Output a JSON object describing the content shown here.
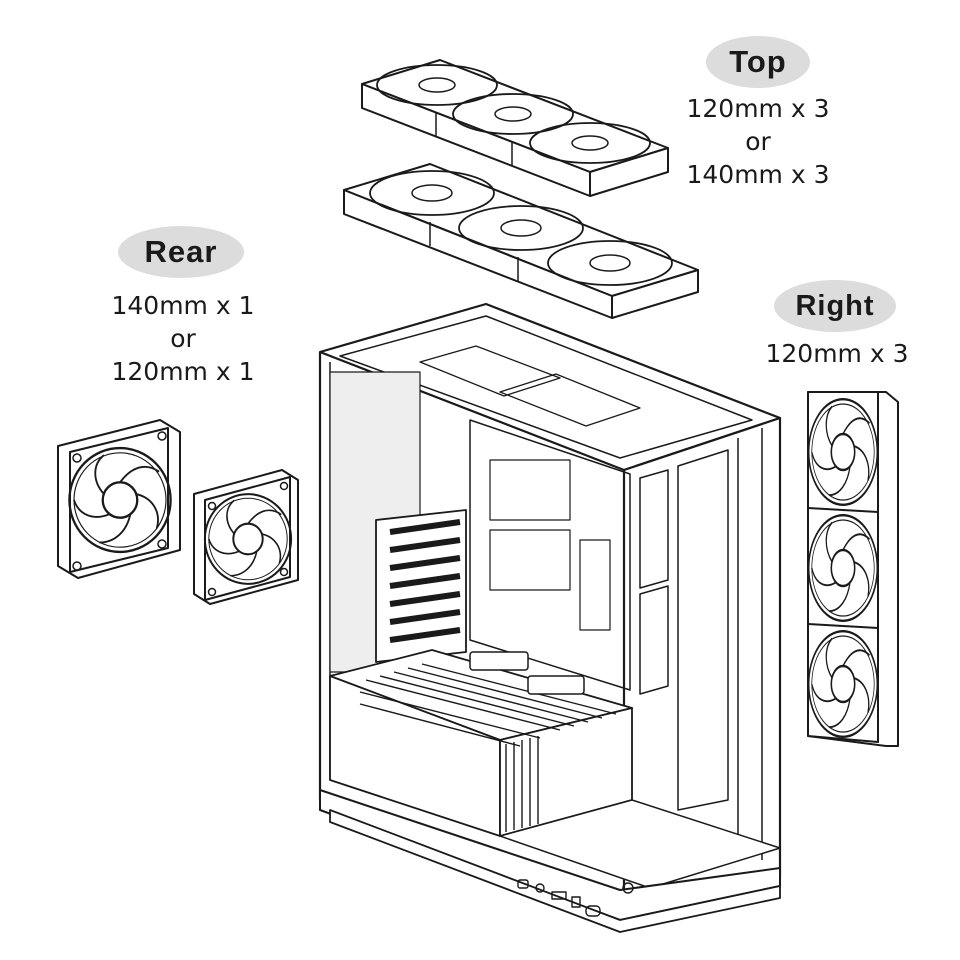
{
  "zones": {
    "top": {
      "label": "Top",
      "lines": [
        "120mm x 3",
        "or",
        "140mm x 3"
      ]
    },
    "rear": {
      "label": "Rear",
      "lines": [
        "140mm x 1",
        "or",
        "120mm x 1"
      ]
    },
    "right": {
      "label": "Right",
      "lines": [
        "120mm x 3"
      ]
    }
  },
  "colors": {
    "line": "#1a1a1a",
    "pill": "#dcdcdc",
    "background": "#ffffff"
  }
}
